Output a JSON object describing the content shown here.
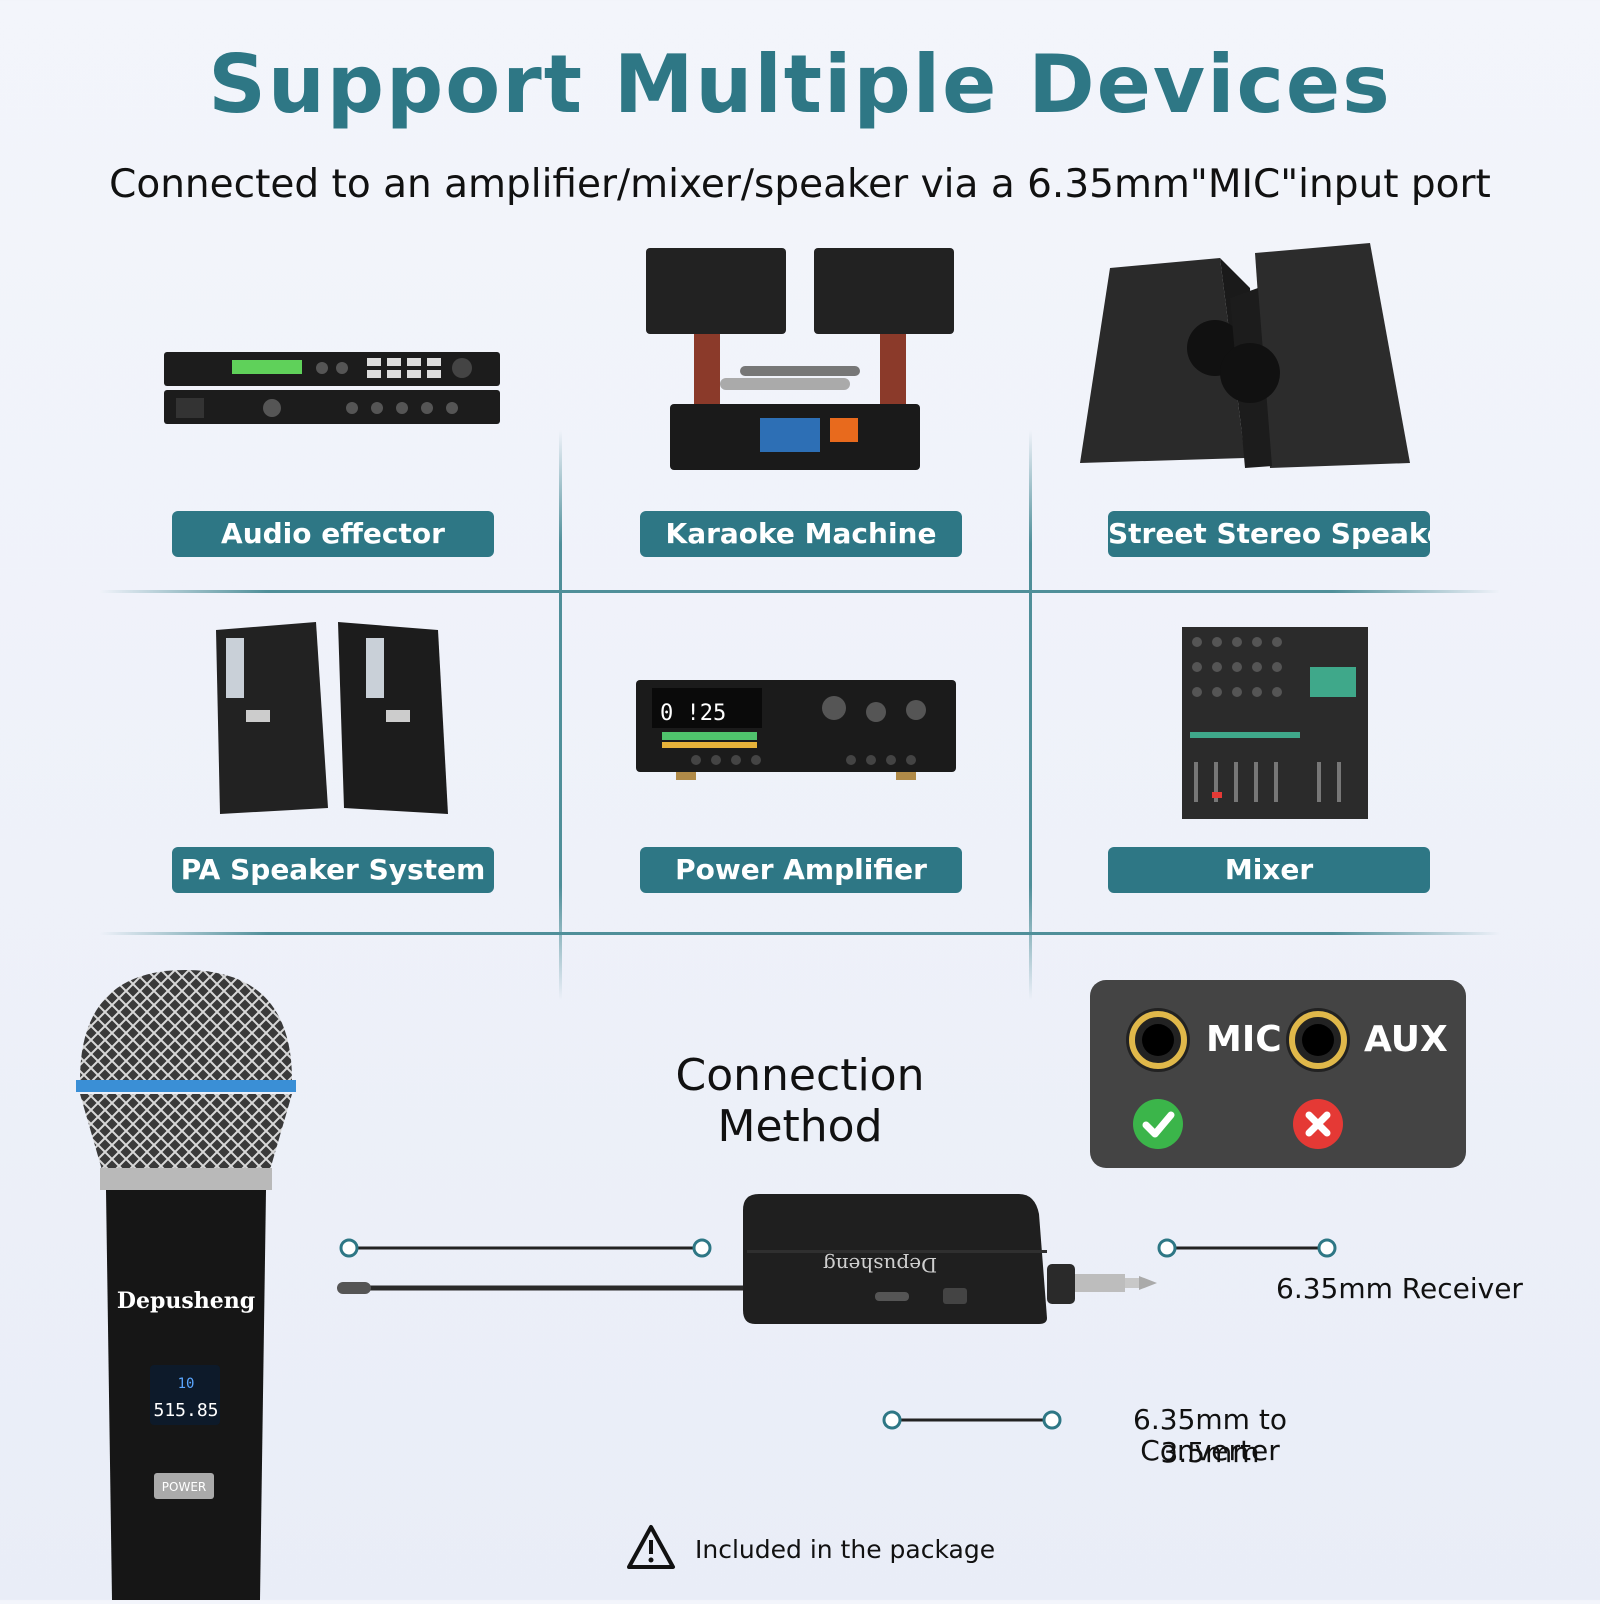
{
  "header": {
    "title": "Support Multiple Devices",
    "subtitle": "Connected to an amplifier/mixer/speaker via a 6.35mm\"MIC\"input port"
  },
  "devices": [
    {
      "label": "Audio effector",
      "icon": "audio-effector-image"
    },
    {
      "label": "Karaoke Machine",
      "icon": "karaoke-machine-image"
    },
    {
      "label": "Street Stereo Speaker",
      "icon": "stereo-speaker-image"
    },
    {
      "label": "PA Speaker System",
      "icon": "pa-speaker-image"
    },
    {
      "label": "Power Amplifier",
      "icon": "power-amplifier-image"
    },
    {
      "label": "Mixer",
      "icon": "mixer-image"
    }
  ],
  "connection": {
    "title": "Connection Method",
    "ports": [
      {
        "label": "MIC",
        "status": "check-icon",
        "color": "#3bb54a"
      },
      {
        "label": "AUX",
        "status": "cross-icon",
        "color": "#e53935"
      }
    ],
    "receiver_label": "6.35mm Receiver",
    "converter_label_1": "6.35mm to 3.5mm",
    "converter_label_2": "Converter",
    "package_note": "Included in the package"
  },
  "brand": {
    "name": "Depusheng",
    "mic_channel": "10",
    "mic_frequency": "515.85",
    "mic_power": "POWER"
  },
  "colors": {
    "accent": "#2e7785",
    "panel": "#444444"
  }
}
